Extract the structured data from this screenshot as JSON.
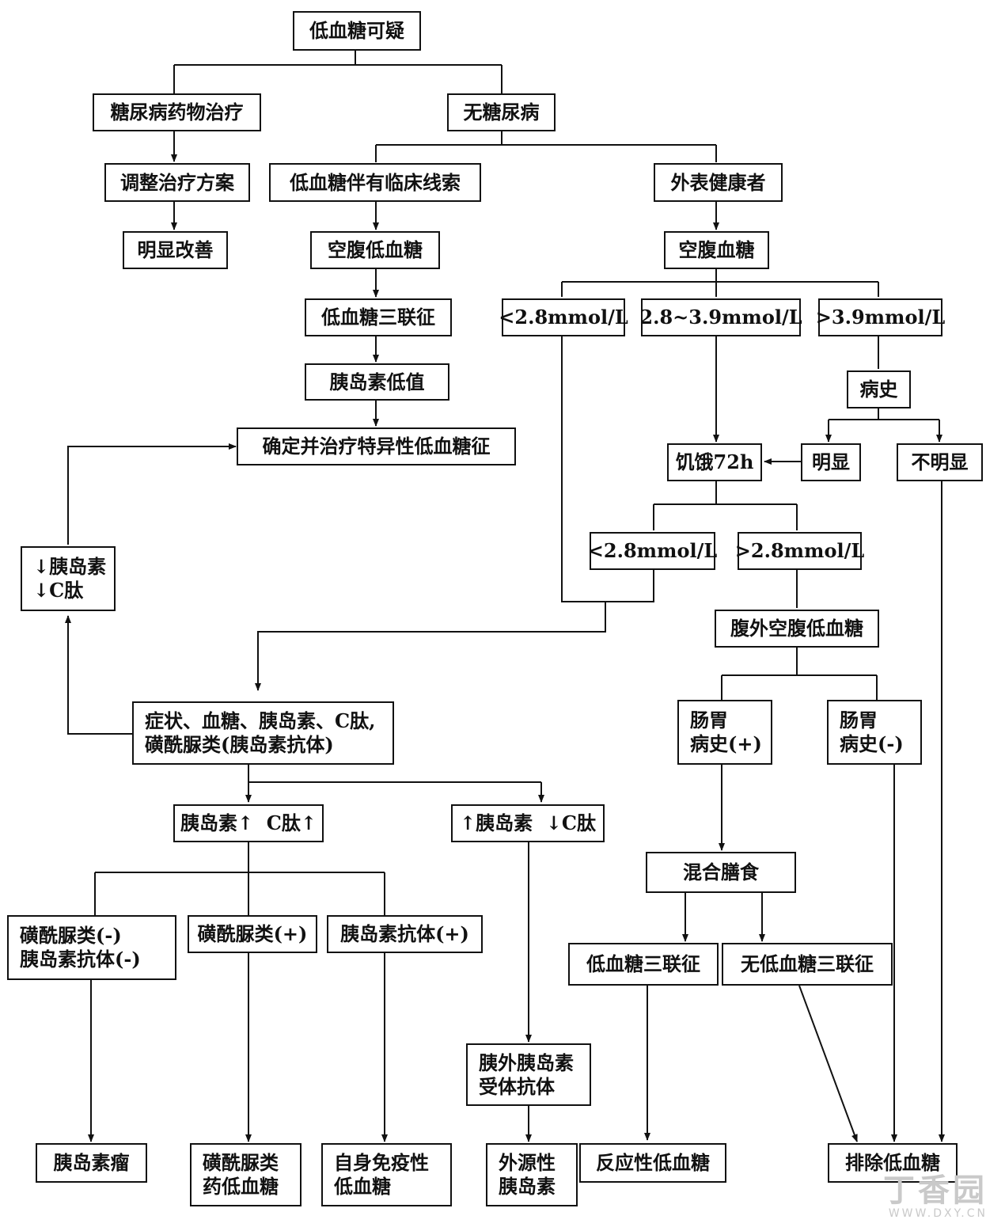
{
  "diagram": {
    "nodes": {
      "root": "低血糖可疑",
      "dm_drug": "糖尿病药物治疗",
      "no_dm": "无糖尿病",
      "adjust": "调整治疗方案",
      "improve": "明显改善",
      "clinical": "低血糖伴有临床线索",
      "healthy": "外表健康者",
      "fasting_hypo": "空腹低血糖",
      "fasting_bg": "空腹血糖",
      "triad1": "低血糖三联征",
      "lt28a": "<2.8mmol/L",
      "mid": "2.8~3.9mmol/L",
      "gt39": ">3.9mmol/L",
      "ins_low": "胰岛素低值",
      "history": "病史",
      "confirm": "确定并治疗特异性低血糖征",
      "fast72": "饥饿72h",
      "obvious": "明显",
      "not_obvious": "不明显",
      "insc_down": "↓胰岛素\n↓C肽",
      "lt28b": "<2.8mmol/L",
      "gt28": ">2.8mmol/L",
      "extra": "腹外空腹低血糖",
      "symptoms": "症状、血糖、胰岛素、C肽,\n磺酰脲类(胰岛素抗体)",
      "gi_pos": "肠胃\n病史(+)",
      "gi_neg": "肠胃\n病史(-)",
      "ins_c_up": "胰岛素↑  C肽↑",
      "ins_up_c_down": "↑胰岛素  ↓C肽",
      "mixed": "混合膳食",
      "su_neg": "磺酰脲类(-)\n胰岛素抗体(-)",
      "su_pos": "磺酰脲类(+)",
      "ab_pos": "胰岛素抗体(+)",
      "triad2": "低血糖三联征",
      "no_triad": "无低血糖三联征",
      "receptor": "胰外胰岛素\n受体抗体",
      "insulinoma": "胰岛素瘤",
      "su_drug": "磺酰脲类\n药低血糖",
      "autoimmune": "自身免疫性\n低血糖",
      "exogenous": "外源性\n胰岛素",
      "reactive": "反应性低血糖",
      "exclude": "排除低血糖"
    }
  },
  "watermark": {
    "logo": "丁香园",
    "url": "WWW.DXY.CN"
  },
  "colors": {
    "line": "#111111",
    "watermark": "#c9c9c9"
  }
}
